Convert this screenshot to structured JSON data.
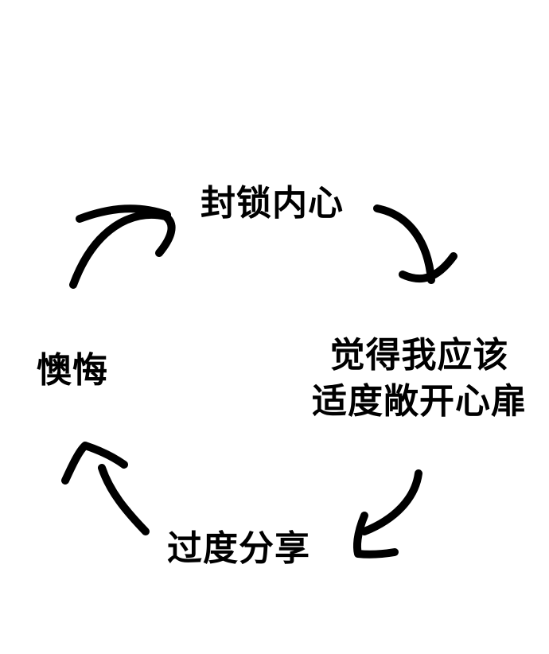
{
  "cycle": {
    "top": "封锁内心",
    "right": [
      "觉得我应该",
      "适度敞开心扉"
    ],
    "bottom": "过度分享",
    "left": "懊悔"
  },
  "colors": {
    "text": "#000000",
    "arrow": "#000000",
    "background": "#ffffff"
  }
}
